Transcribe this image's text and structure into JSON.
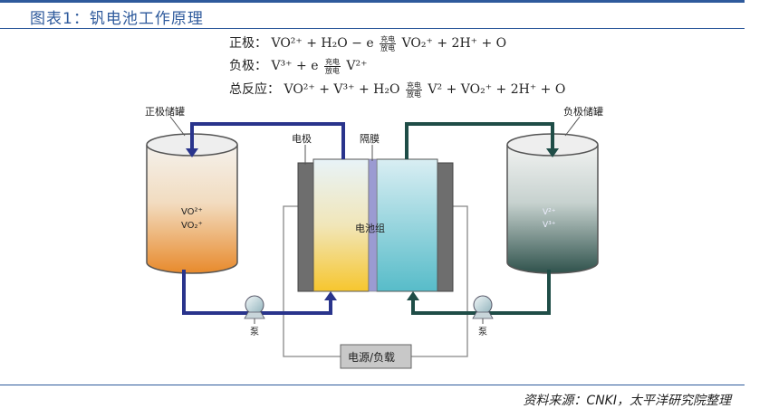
{
  "header": {
    "title": "图表1：钒电池工作原理"
  },
  "equations": {
    "positive": {
      "label": "正极：",
      "formula_left": "VO²⁺ + H₂O − e",
      "formula_right": "VO₂⁺ + 2H⁺ + O",
      "charge": "充电",
      "discharge": "放电"
    },
    "negative": {
      "label": "负极：",
      "formula_left": "V³⁺ + e",
      "formula_right": "V²⁺",
      "charge": "充电",
      "discharge": "放电"
    },
    "total": {
      "label": "总反应：",
      "formula_left": "VO²⁺ + V³⁺ + H₂O",
      "formula_right": "V² + VO₂⁺ + 2H⁺ + O",
      "charge": "充电",
      "discharge": "放电"
    }
  },
  "diagram": {
    "positive_tank_label": "正极储罐",
    "negative_tank_label": "负极储罐",
    "positive_tank_species": [
      "VO²⁺",
      "VO₂⁺"
    ],
    "negative_tank_species": [
      "V²⁺",
      "V³⁺"
    ],
    "electrode_label": "电极",
    "membrane_label": "隔膜",
    "stack_label": "电池组",
    "pump_left_label": "泵",
    "pump_right_label": "泵",
    "power_load_label": "电源/负载"
  },
  "footer": {
    "source": "资料来源：CNKI，太平洋研究院整理"
  }
}
